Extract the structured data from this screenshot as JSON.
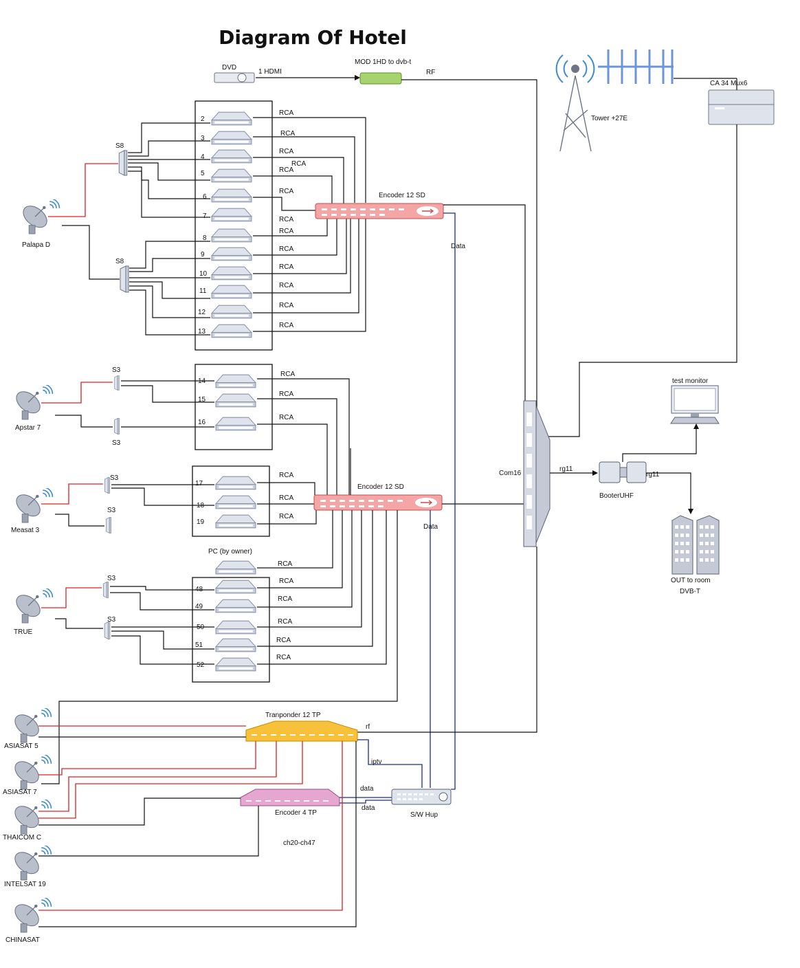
{
  "title": "Diagram Of Hotel",
  "sources": {
    "dvd": "DVD",
    "hdmi": "1  HDMI",
    "mod": "MOD 1HD to dvb-t",
    "rf_top": "RF",
    "pc_owner": "PC (by owner)"
  },
  "dishes": [
    {
      "label": "Palapa D"
    },
    {
      "label": "Apstar 7"
    },
    {
      "label": "Measat 3"
    },
    {
      "label": "TRUE"
    },
    {
      "label": "ASIASAT 5"
    },
    {
      "label": "ASIASAT 7"
    },
    {
      "label": "THAICOM C"
    },
    {
      "label": "INTELSAT 19"
    },
    {
      "label": "CHINASAT"
    }
  ],
  "splitters": {
    "s8": "S8",
    "s3": "S3"
  },
  "receivers": {
    "group1": [
      "2",
      "3",
      "4",
      "5",
      "6",
      "7",
      "8",
      "9",
      "10",
      "11",
      "12",
      "13"
    ],
    "group2": [
      "14",
      "15",
      "16"
    ],
    "group3": [
      "17",
      "18",
      "19"
    ],
    "group4": [
      "48",
      "49",
      "50",
      "51",
      "52"
    ]
  },
  "rca": "RCA",
  "encoders": {
    "enc1": "Encoder 12 SD",
    "enc2": "Encoder 12 SD",
    "enc4": "Encoder 4 TP",
    "transponder": "Tranponder 12 TP"
  },
  "links": {
    "data": "Data",
    "data_lower": "data",
    "rf_lower": "rf",
    "iptv": "iptv",
    "rg11_a": "rg11",
    "rg11_b": "rg11"
  },
  "equipment": {
    "com16": "Com16",
    "tower": "Tower +27E",
    "ca": "CA 34 Mux6",
    "test_monitor": "test monitor",
    "booster": "BooterUHF",
    "out_room": "OUT to room",
    "dvbt": "DVB-T",
    "sw_hub": "S/W Hup",
    "channels": "ch20-ch47"
  }
}
